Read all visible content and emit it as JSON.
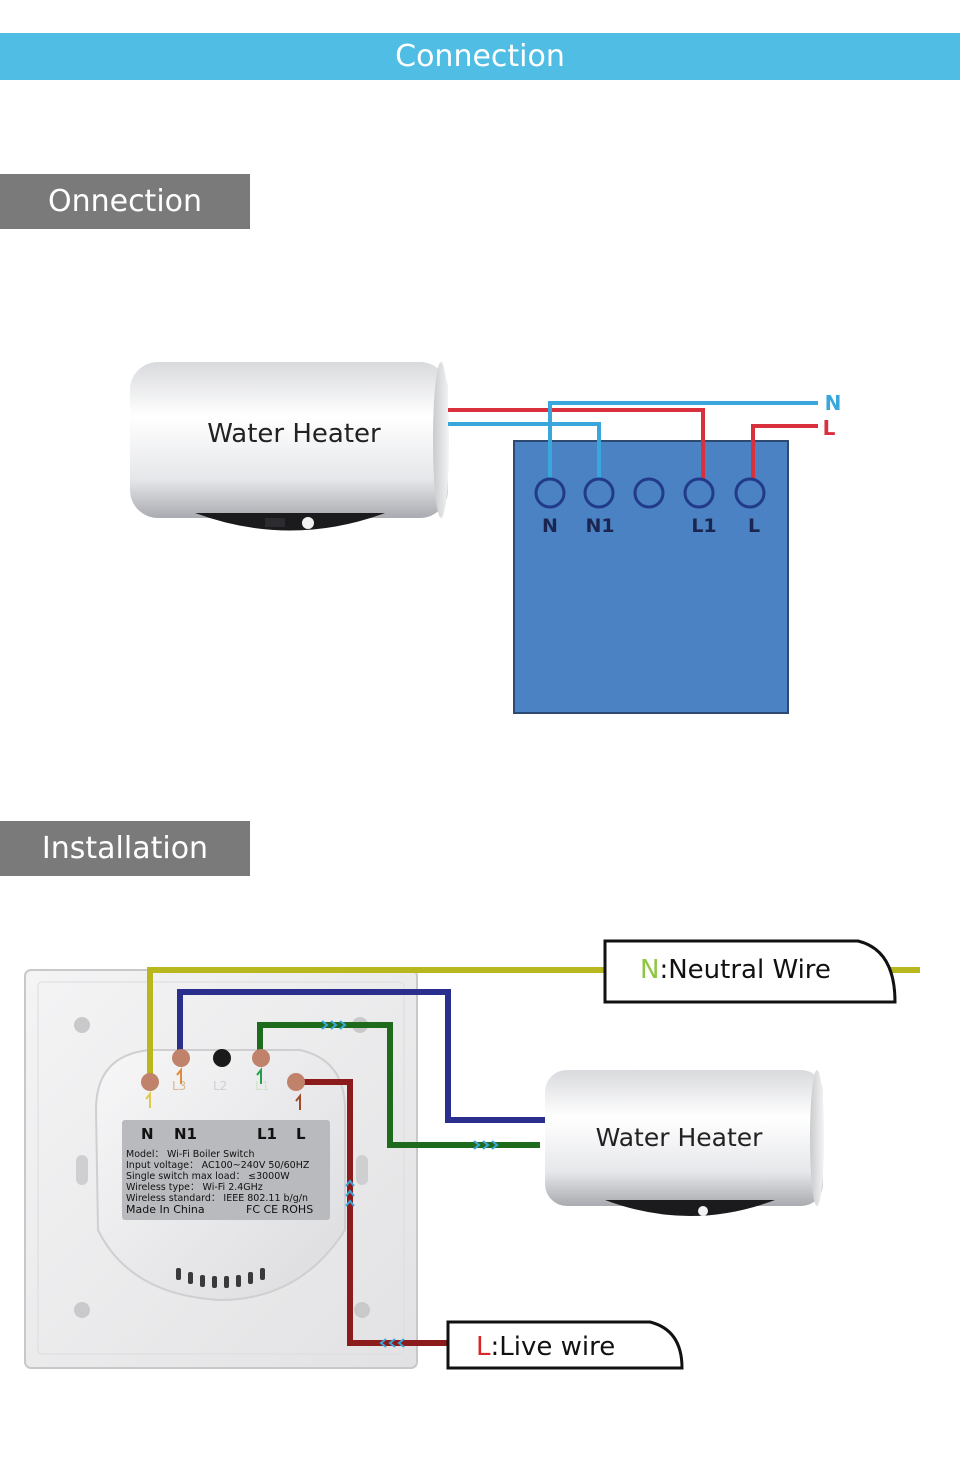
{
  "banner": {
    "title": "Connection"
  },
  "sections": {
    "connection": {
      "label": "Onnection"
    },
    "installation": {
      "label": "Installation"
    }
  },
  "diagram1": {
    "heater_label": "Water  Heater",
    "display_text": "",
    "line_labels": {
      "neutral": "N",
      "live": "L"
    },
    "terminals": [
      "N",
      "N1",
      "",
      "L1",
      "L"
    ],
    "colors": {
      "live": "#d9303e",
      "neutral": "#3aa7dc",
      "box": "#4a82c3",
      "terminal_ring": "#223a8a"
    }
  },
  "diagram2": {
    "heater_label": "Water  Heater",
    "terminal_labels": {
      "n": "N",
      "n1": "N1",
      "l1": "L1",
      "l": "L"
    },
    "faded_labels": {
      "l3": "L3",
      "l2": "L2",
      "l1": "L1"
    },
    "spec_lines": [
      "Model： Wi-Fi Boiler Switch",
      "Input voltage： AC100~240V  50/60HZ",
      "Single switch max load： ≤3000W",
      "Wireless type： Wi-Fi 2.4GHz",
      "Wireless standard： IEEE 802.11 b/g/n"
    ],
    "made_in": "Made In China",
    "certs": "FС СЕ ROHS",
    "neutral_callout": {
      "prefix": "N",
      "text": ":Neutral Wire"
    },
    "live_callout": {
      "prefix": "L",
      "text": ":Live wire"
    },
    "colors": {
      "neutral": "#b8b81e",
      "blue": "#2a2e8c",
      "green": "#1e6b1e",
      "live": "#8c1b1b",
      "callout_prefix_n": "#8dc63f",
      "callout_prefix_l": "#d8262a"
    }
  }
}
